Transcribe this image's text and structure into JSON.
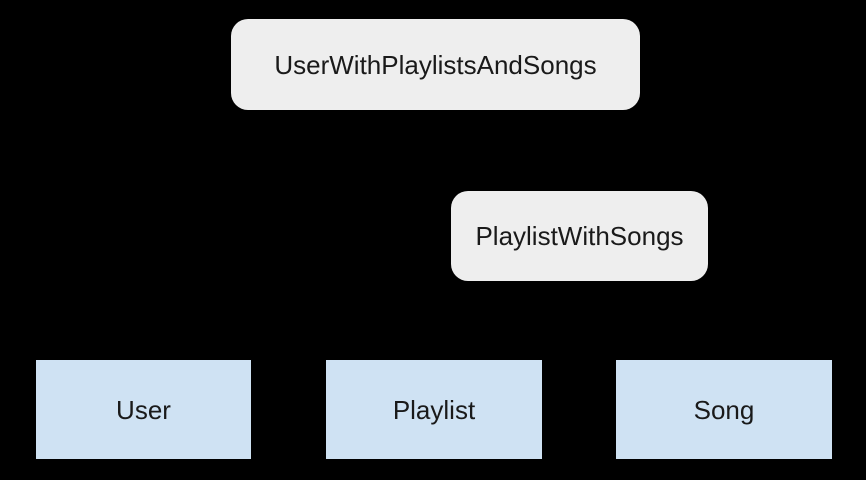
{
  "diagram": {
    "background_color": "#000000",
    "text_color": "#1a1a1a",
    "gray_node_fill": "#eeeeee",
    "blue_node_fill": "#cfe2f3",
    "nodes": {
      "user_with_playlists_and_songs": {
        "label": "UserWithPlaylistsAndSongs"
      },
      "playlist_with_songs": {
        "label": "PlaylistWithSongs"
      },
      "user": {
        "label": "User"
      },
      "playlist": {
        "label": "Playlist"
      },
      "song": {
        "label": "Song"
      }
    }
  }
}
